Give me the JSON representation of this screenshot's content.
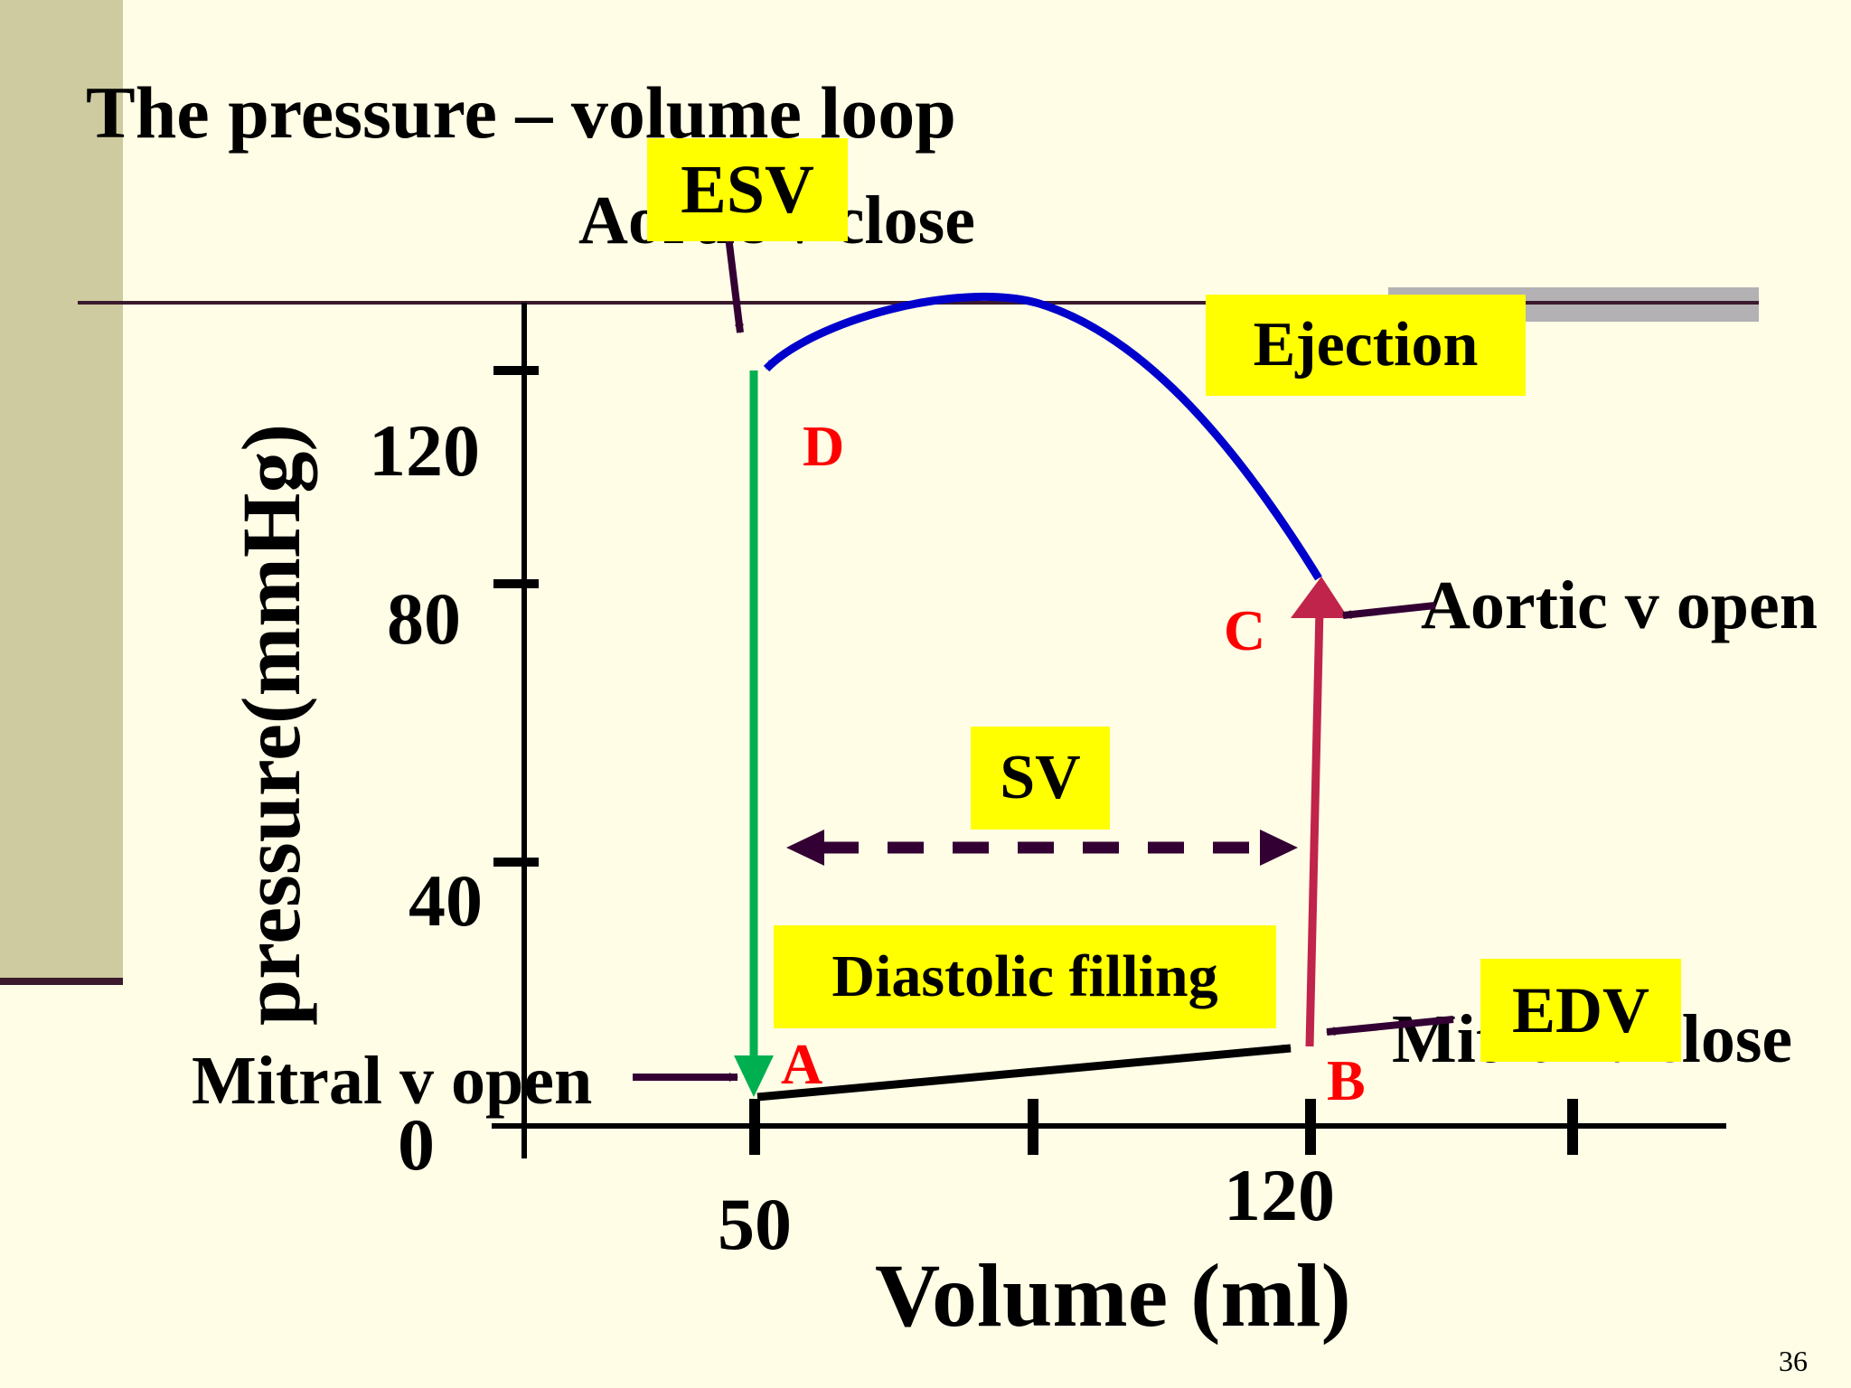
{
  "slide": {
    "title": "The pressure – volume loop",
    "page_number": "36"
  },
  "axes": {
    "y_label": "pressure(mmHg)",
    "x_label": "Volume (ml)",
    "y_ticks": [
      "0",
      "40",
      "80",
      "120"
    ],
    "x_ticks": [
      "50",
      "120"
    ]
  },
  "points": {
    "A": "A",
    "B": "B",
    "C": "C",
    "D": "D"
  },
  "annotations": {
    "aortic_close": "Aortic v close",
    "aortic_open": "Aortic v open",
    "mitral_open": "Mitral v open",
    "mitral_close": "Mitral v close"
  },
  "highlights": {
    "esv": "ESV",
    "edv": "EDV",
    "sv": "SV",
    "ejection": "Ejection",
    "diastolic_filling": "Diastolic filling"
  },
  "colors": {
    "background": "#fffde6",
    "ejection_curve": "#0000cc",
    "isovolumic_relaxation": "#00b050",
    "isovolumic_contraction": "#c0244a",
    "filling_line": "#000000",
    "point_labels": "#ff0000",
    "highlight": "#ffff00",
    "pointer_arrows": "#330033"
  }
}
